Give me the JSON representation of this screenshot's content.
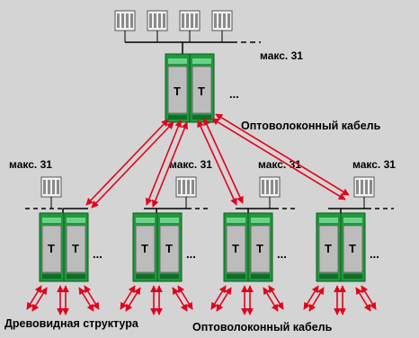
{
  "labels": {
    "max_top": "макс. 31",
    "fiber_top": "Оптоволоконный кабель",
    "max_node1": "макс. 31",
    "max_node2": "макс. 31",
    "max_node3": "макс. 31",
    "max_node4": "макс. 31",
    "tree_structure": "Древовидная структура",
    "fiber_bottom": "Оптоволоконный кабель"
  },
  "unit_letter": "T",
  "ellipsis": "...",
  "colors": {
    "background": "#d4d4d4",
    "module_green": "#1e9a3c",
    "module_face": "#bcbcbc",
    "arrow_red": "#e3001b",
    "bus_line": "#000000"
  }
}
